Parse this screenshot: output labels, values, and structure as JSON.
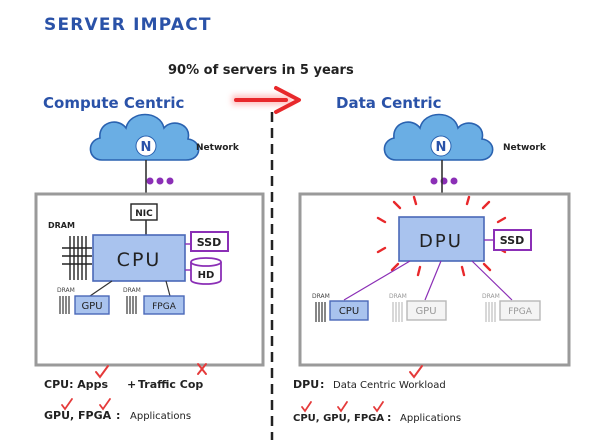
{
  "title": "SERVER IMPACT",
  "subtitle": "90% of servers in 5 years",
  "colors": {
    "title_blue": "#2a52a8",
    "arrow_red": "#e8282b",
    "cloud_blue": "#6aaee4",
    "box_blue": "#a9c3ee",
    "box_stroke": "#4a68b8",
    "purple": "#8b2fb6",
    "check_red": "#e53a3a",
    "frame_grey": "#9a9a9a",
    "ghost_grey": "#b8b8b8"
  },
  "left": {
    "heading": "Compute Centric",
    "network_node": "N",
    "network_label": "Network",
    "nic_label": "NIC",
    "dram_label": "DRAM",
    "cpu_label": "CPU",
    "ssd_label": "SSD",
    "hd_label": "HD",
    "gpu_dram_label": "DRAM",
    "gpu_label": "GPU",
    "fpga_dram_label": "DRAM",
    "fpga_label": "FPGA",
    "caption1_a": "CPU: Apps",
    "caption1_plus": "+",
    "caption1_b": "Traffic Cop",
    "caption2_a": "GPU, FPGA",
    "caption2_colon": ":",
    "caption2_b": "Applications"
  },
  "right": {
    "heading": "Data Centric",
    "network_node": "N",
    "network_label": "Network",
    "dpu_label": "DPU",
    "ssd_label": "SSD",
    "cpu_dram_label": "DRAM",
    "cpu_label": "CPU",
    "gpu_dram_label": "DRAM",
    "gpu_label": "GPU",
    "fpga_dram_label": "DRAM",
    "fpga_label": "FPGA",
    "caption1_a": "DPU",
    "caption1_colon": ":",
    "caption1_b": "Data Centric Workload",
    "caption2_a": "CPU, GPU, FPGA",
    "caption2_colon": ":",
    "caption2_b": "Applications"
  }
}
